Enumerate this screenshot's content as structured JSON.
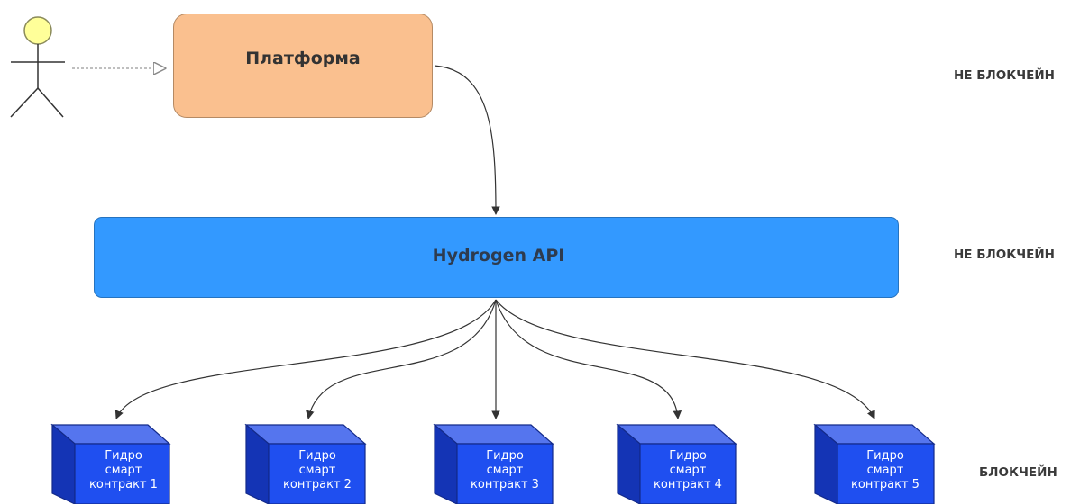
{
  "colors": {
    "platform_fill": "#fac08f",
    "api_fill": "#3399ff",
    "contract_fill": "#1f4ff0",
    "actor_head": "#ffff99",
    "connector": "#333333"
  },
  "actor": {
    "icon": "stick-figure-actor-icon"
  },
  "platform": {
    "label": "Платформа"
  },
  "api": {
    "label": "Hydrogen API"
  },
  "layers": {
    "platform_layer": "НЕ БЛОКЧЕЙН",
    "api_layer": "НЕ БЛОКЧЕЙН",
    "contract_layer": "БЛОКЧЕЙН"
  },
  "contracts": [
    {
      "line1": "Гидро",
      "line2": "смарт",
      "line3": "контракт 1"
    },
    {
      "line1": "Гидро",
      "line2": "смарт",
      "line3": "контракт 2"
    },
    {
      "line1": "Гидро",
      "line2": "смарт",
      "line3": "контракт 3"
    },
    {
      "line1": "Гидро",
      "line2": "смарт",
      "line3": "контракт 4"
    },
    {
      "line1": "Гидро",
      "line2": "смарт",
      "line3": "контракт 5"
    }
  ]
}
